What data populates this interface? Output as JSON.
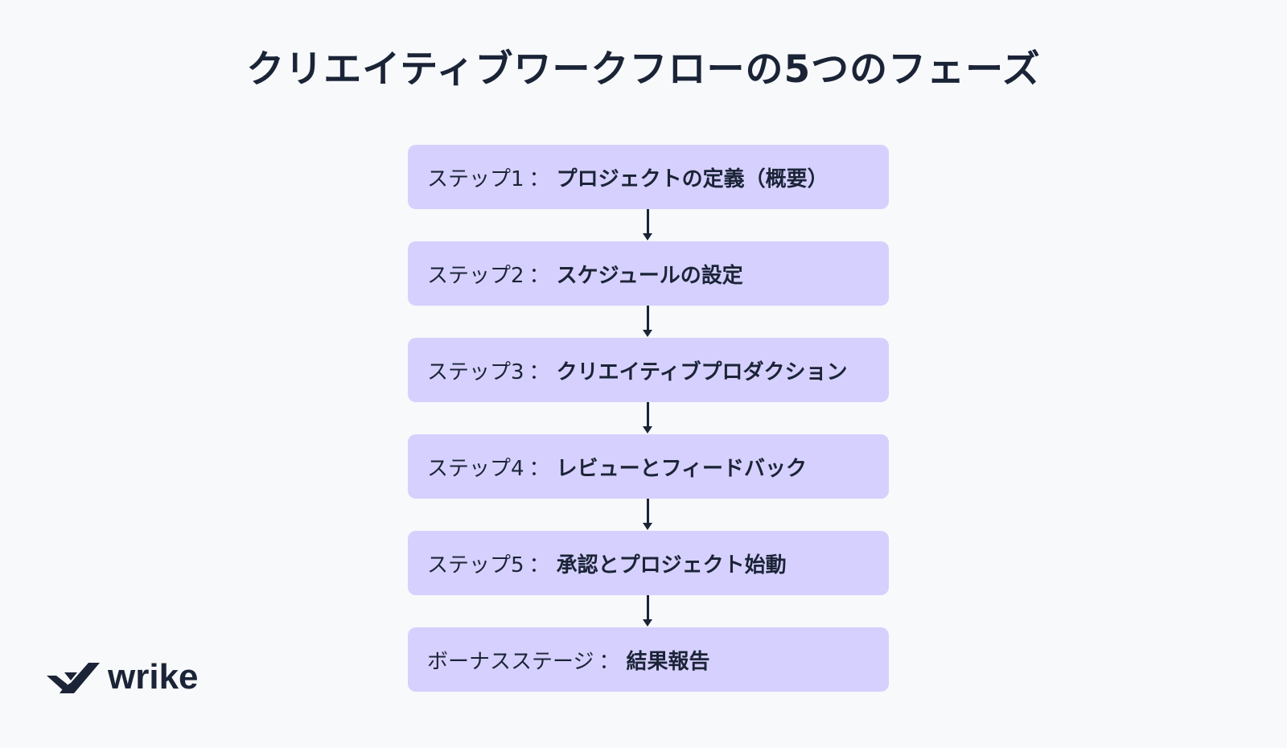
{
  "title": "クリエイティブワークフローの5つのフェーズ",
  "steps": [
    {
      "prefix": "ステップ1",
      "label": "プロジェクトの定義（概要）"
    },
    {
      "prefix": "ステップ2",
      "label": "スケジュールの設定"
    },
    {
      "prefix": "ステップ3",
      "label": "クリエイティブプロダクション"
    },
    {
      "prefix": "ステップ4",
      "label": "レビューとフィードバック"
    },
    {
      "prefix": "ステップ5",
      "label": "承認とプロジェクト始動"
    },
    {
      "prefix": "ボーナスステージ",
      "label": "結果報告"
    }
  ],
  "separator": "：",
  "logo": {
    "text": "wrike",
    "icon": "wrike-check-icon"
  },
  "colors": {
    "background": "#f7f9fb",
    "step_fill": "#d6d0fe",
    "text": "#1b2437"
  }
}
